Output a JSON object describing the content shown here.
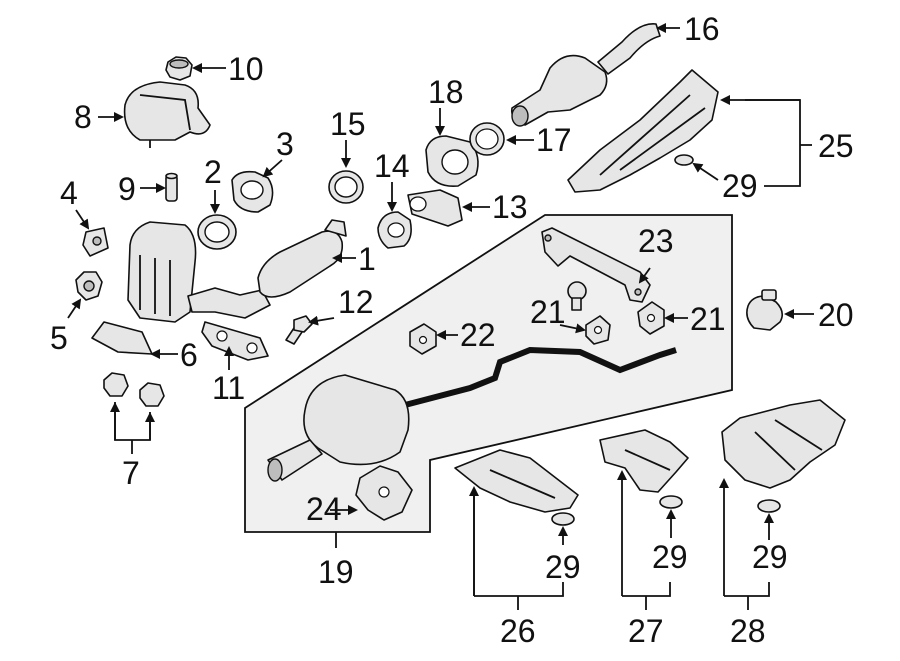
{
  "callouts": {
    "c1": "1",
    "c2": "2",
    "c3": "3",
    "c4": "4",
    "c5": "5",
    "c6": "6",
    "c7": "7",
    "c8": "8",
    "c9": "9",
    "c10": "10",
    "c11": "11",
    "c12": "12",
    "c13": "13",
    "c14": "14",
    "c15": "15",
    "c16": "16",
    "c17": "17",
    "c18": "18",
    "c19": "19",
    "c20": "20",
    "c21a": "21",
    "c21b": "21",
    "c22": "22",
    "c23": "23",
    "c24": "24",
    "c25": "25",
    "c26": "26",
    "c27": "27",
    "c28": "28",
    "c29a": "29",
    "c29b": "29",
    "c29c": "29",
    "c29d": "29"
  }
}
